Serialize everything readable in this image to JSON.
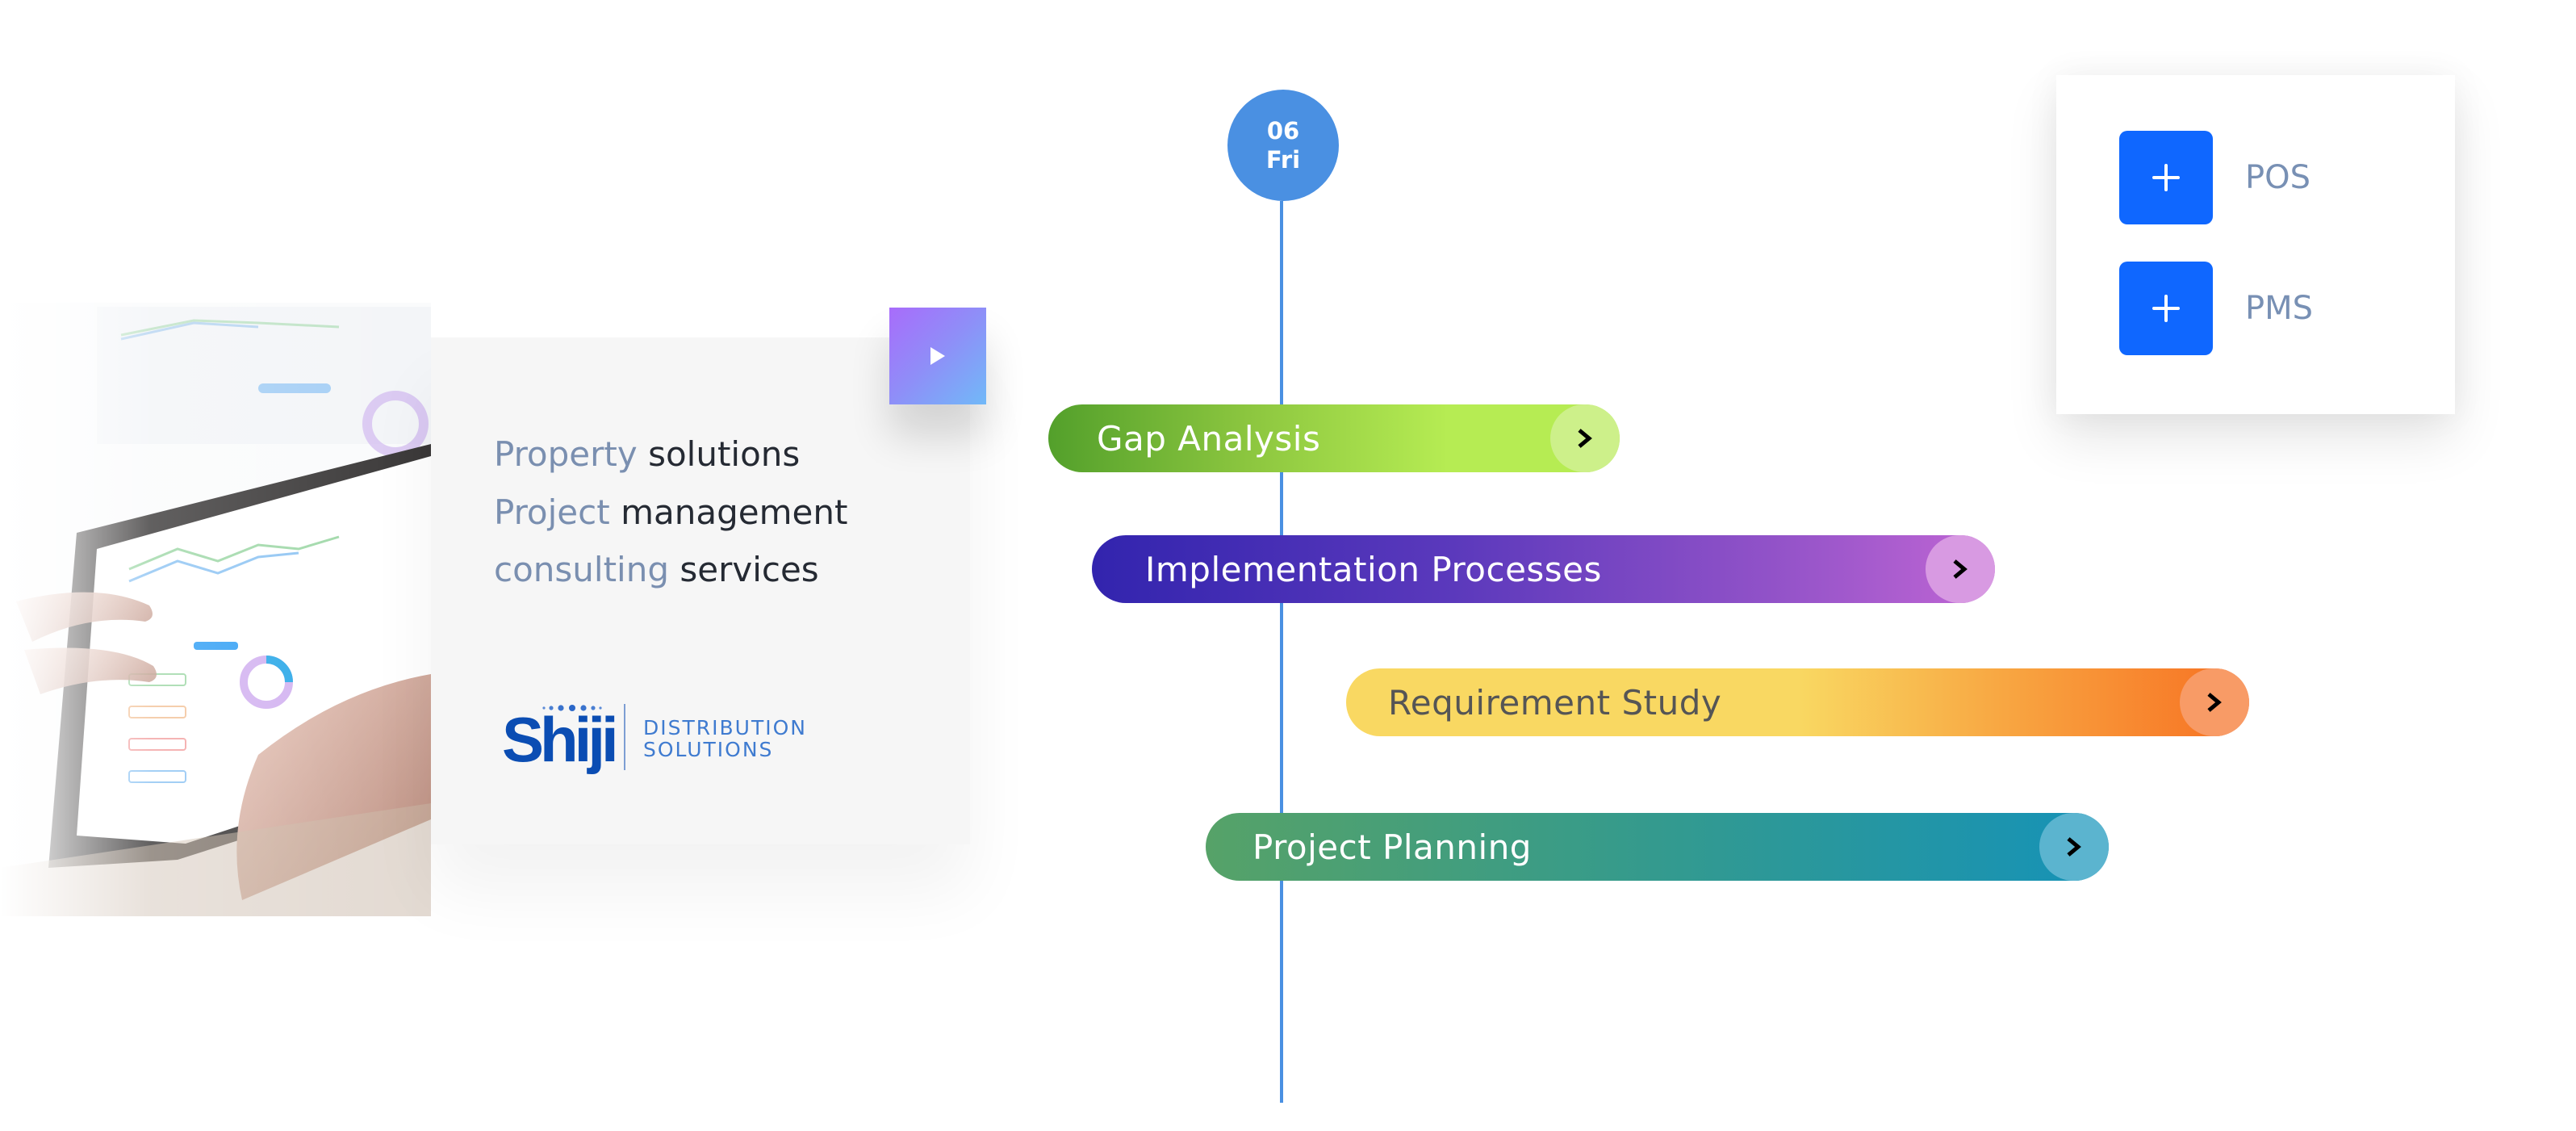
{
  "timeline": {
    "date_badge": {
      "day": "06",
      "weekday": "Fri"
    },
    "phases": [
      {
        "label": "Gap Analysis",
        "color_start": "#53a02b",
        "color_end": "#b6ec53"
      },
      {
        "label": "Implementation Processes",
        "color_start": "#3224ae",
        "color_end": "#c066d4"
      },
      {
        "label": "Requirement Study",
        "color_start": "#f9d862",
        "color_end": "#f76f21"
      },
      {
        "label": "Project Planning",
        "color_start": "#56a268",
        "color_end": "#1592b8"
      }
    ],
    "phase_go_icon": "chevron-right-icon",
    "line_color": "#4a90e2"
  },
  "modules": {
    "items": [
      {
        "label": "POS",
        "icon": "plus-icon"
      },
      {
        "label": "PMS",
        "icon": "plus-icon"
      }
    ],
    "button_color": "#0f67ff"
  },
  "info_card": {
    "play_icon": "play-icon",
    "lines": [
      {
        "accent": "Property",
        "main": "solutions"
      },
      {
        "accent": "Project",
        "main": "management"
      },
      {
        "accent": "consulting",
        "main": "services"
      }
    ],
    "logo": {
      "wordmark": "Shiji",
      "line1": "DISTRIBUTION",
      "line2": "SOLUTIONS",
      "brand_color": "#0b4db3"
    }
  }
}
